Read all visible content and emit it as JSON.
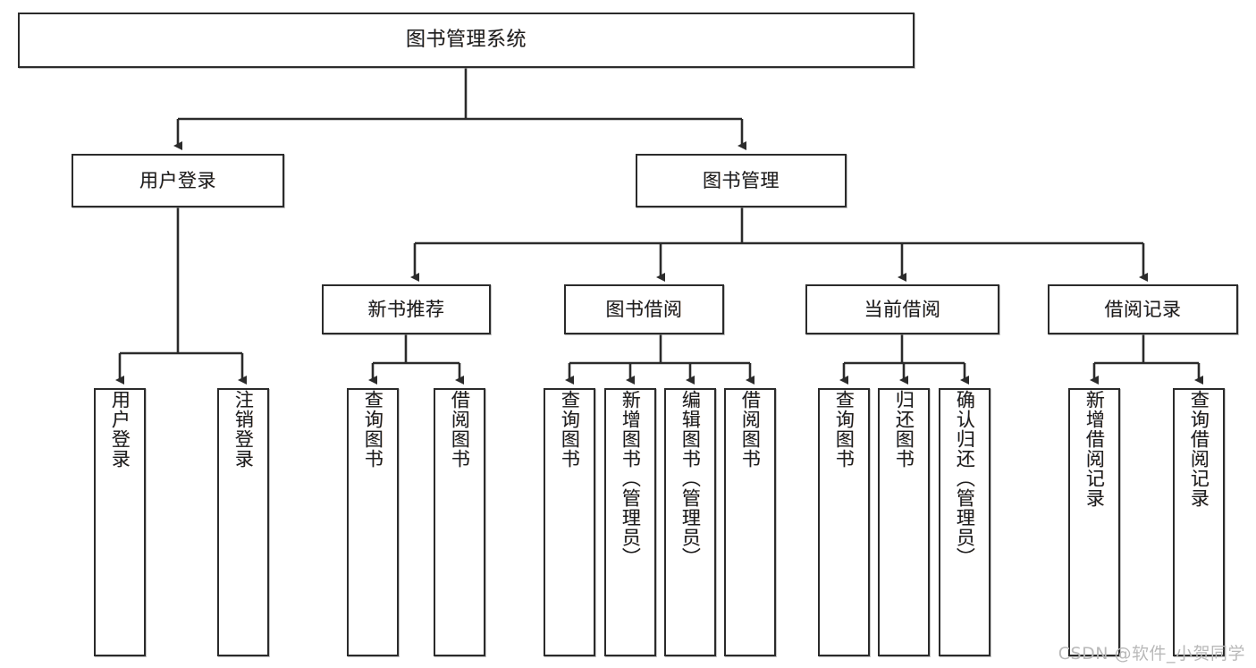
{
  "diagram": {
    "title": "图书管理系统",
    "type": "tree-hierarchy",
    "root": {
      "label": "图书管理系统"
    },
    "level2": [
      {
        "label": "用户登录"
      },
      {
        "label": "图书管理"
      }
    ],
    "level3": [
      {
        "label": "新书推荐"
      },
      {
        "label": "图书借阅"
      },
      {
        "label": "当前借阅"
      },
      {
        "label": "借阅记录"
      }
    ],
    "leaves": {
      "user_login": [
        {
          "label": "用户登录"
        },
        {
          "label": "注销登录"
        }
      ],
      "new_book_recommend": [
        {
          "label": "查询图书"
        },
        {
          "label": "借阅图书"
        }
      ],
      "book_borrow": [
        {
          "label": "查询图书"
        },
        {
          "label": "新增图书（管理员）"
        },
        {
          "label": "编辑图书（管理员）"
        },
        {
          "label": "借阅图书"
        }
      ],
      "current_borrow": [
        {
          "label": "查询图书"
        },
        {
          "label": "归还图书"
        },
        {
          "label": "确认归还（管理员）"
        }
      ],
      "borrow_record": [
        {
          "label": "新增借阅记录"
        },
        {
          "label": "查询借阅记录"
        }
      ]
    }
  },
  "watermark": {
    "text": "CSDN @软件_小贺同学"
  },
  "colors": {
    "stroke": "#2b2b2b",
    "fill": "#ffffff",
    "text": "#1d1d1d",
    "watermark": "#b9b9b9"
  }
}
